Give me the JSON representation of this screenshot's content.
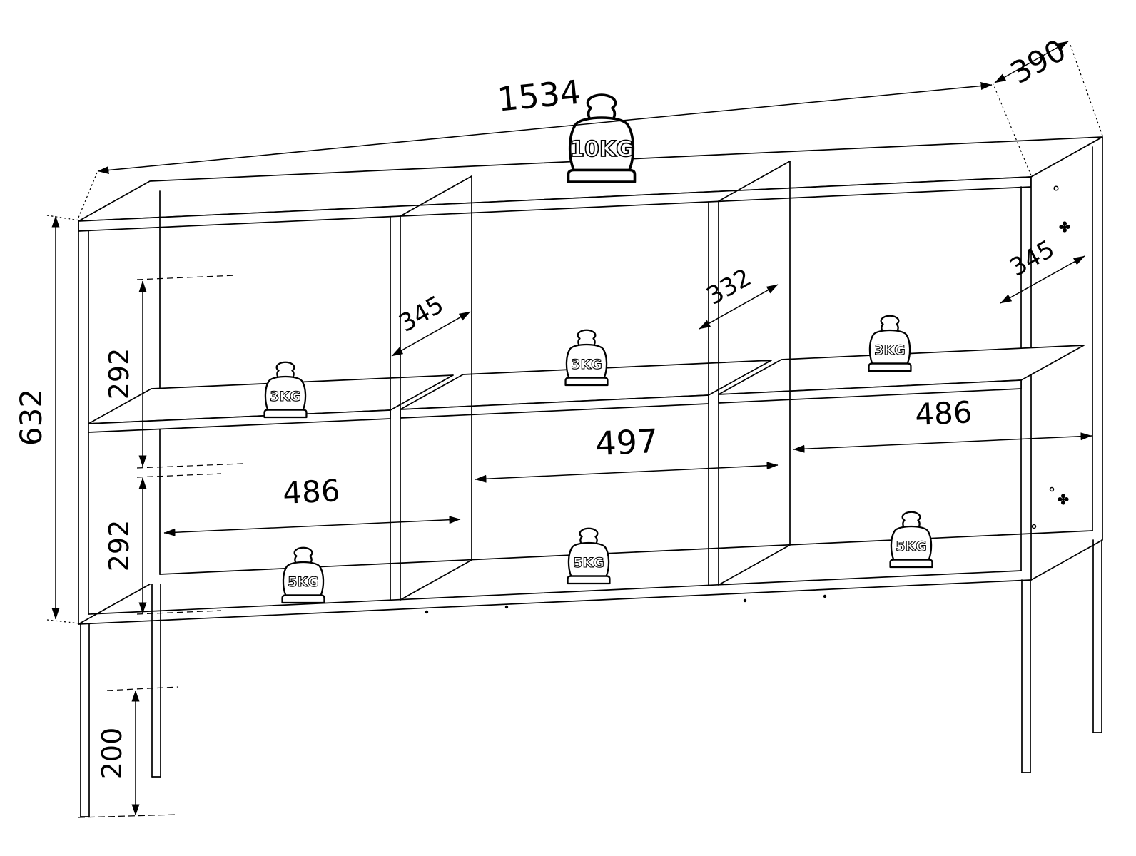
{
  "page": {
    "background": "#ffffff",
    "line_color": "#000000",
    "subject": "sideboard-dimension-diagram"
  },
  "dimensions": {
    "overall_width": "1534",
    "overall_depth": "390",
    "body_height": "632",
    "upper_compartment_height": "292",
    "lower_compartment_height": "292",
    "leg_height": "200",
    "left_shelf_depth": "345",
    "middle_shelf_depth": "332",
    "right_shelf_depth": "345",
    "left_compartment_width": "486",
    "middle_compartment_width": "497",
    "right_compartment_width": "486"
  },
  "load_capacity": {
    "top_panel": "10KG",
    "left_shelf": "3KG",
    "middle_shelf": "3KG",
    "right_shelf": "3KG",
    "left_bottom": "5KG",
    "middle_bottom": "5KG",
    "right_bottom": "5KG"
  }
}
